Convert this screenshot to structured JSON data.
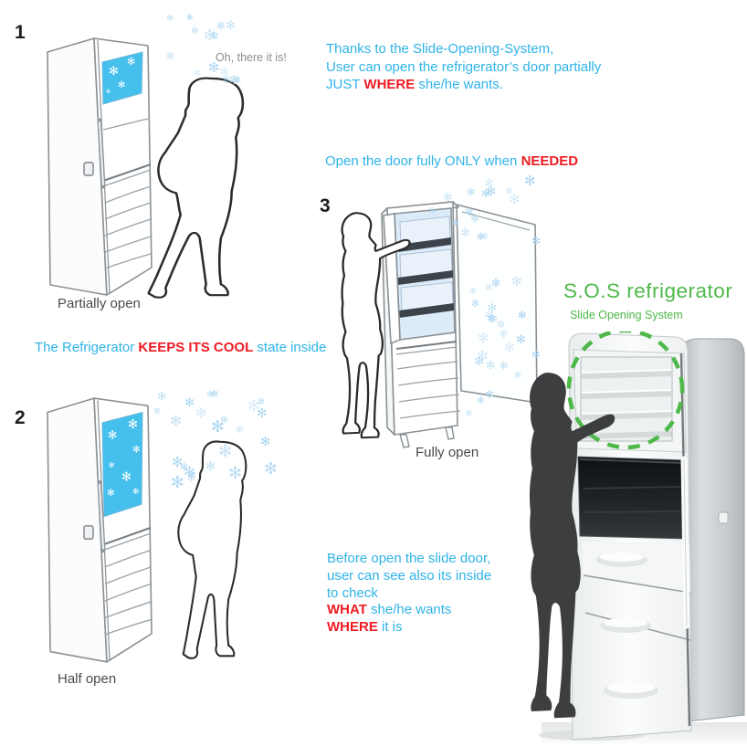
{
  "colors": {
    "cyan": "#2fb3e8",
    "red": "#ee1c23",
    "green": "#4eb849",
    "flake": "#a7d4f1",
    "panel-blue": "#45c0ed",
    "silhouette": "#3d3e40"
  },
  "icons": {
    "snowflake_glyph": "✻"
  },
  "scenes": {
    "one": {
      "number": "1",
      "caption": "Partially open",
      "speech": "Oh, there it is!"
    },
    "two": {
      "number": "2",
      "caption": "Half open"
    },
    "three": {
      "number": "3",
      "caption": "Fully open"
    }
  },
  "texts": {
    "slide_system": {
      "line1": "Thanks to the Slide-Opening-System,",
      "line2": "User can open the refrigerator’s door partially",
      "line3_pre": "JUST ",
      "line3_red": "WHERE",
      "line3_post": " she/he wants."
    },
    "open_fully": {
      "pre": "Open the door fully ONLY when ",
      "red": "NEEDED"
    },
    "keeps_cool": {
      "pre": "The Refrigerator ",
      "red": "KEEPS ITS COOL",
      "post": " state inside"
    },
    "before_open": {
      "line1": "Before open the slide door,",
      "line2": "user can see also its inside",
      "line3": "to check",
      "line4_red": "WHAT",
      "line4_post": " she/he wants",
      "line5_red": "WHERE",
      "line5_post": " it is"
    }
  },
  "product": {
    "title": "S.O.S refrigerator",
    "subtitle": "Slide Opening System"
  }
}
